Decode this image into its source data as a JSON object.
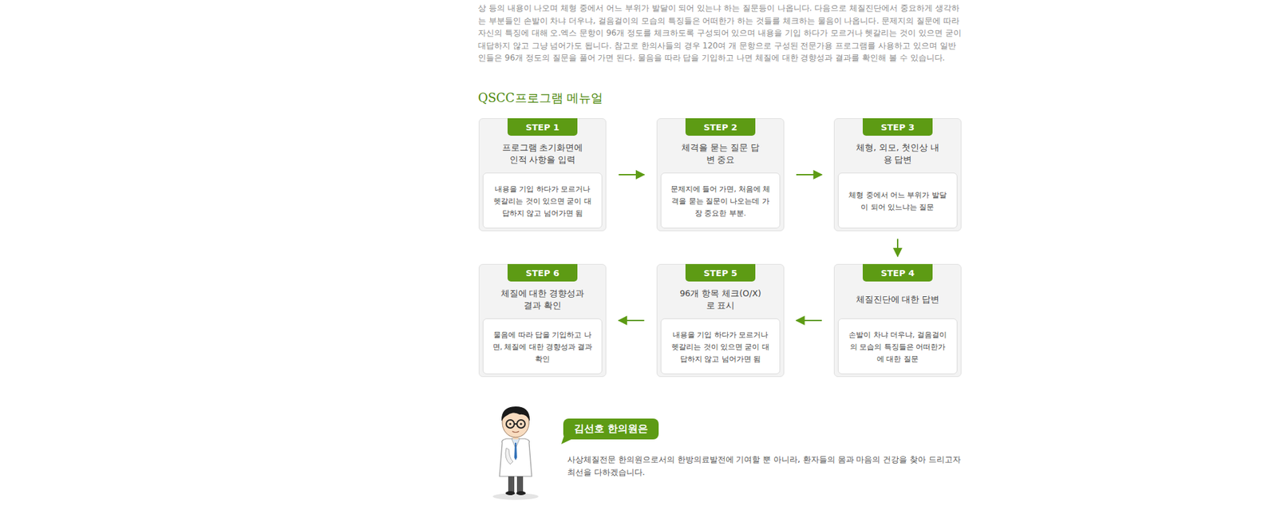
{
  "diagram": {
    "title": "QSCC프로그램 메뉴얼",
    "nodes": [
      {
        "text": [
          "프로그램 초기화면에 인적 사항을 입력"
        ]
      },
      {
        "text": [
          "STEP 1"
        ],
        "in": 0
      },
      {
        "text": [
          "내용을 기입 하다가 모르거나 헷갈리는 것이 있으면 굳이 대답하지 않고 넘어가면 됨"
        ],
        "in": 0
      },
      {
        "text": [
          "체격을 묻는 질문 답변 중요"
        ]
      },
      {
        "text": [
          "STEP 2"
        ],
        "in": 3
      },
      {
        "text": [
          "문제지에 들어 가면, 처음에 체격을 묻는 질문이 나오는데 가장 중요한 부분."
        ],
        "in": 3
      },
      {
        "text": [
          "체형, 외모, 첫인상 내용 답변"
        ]
      },
      {
        "text": [
          "STEP 3"
        ],
        "in": 6
      },
      {
        "text": [
          "체형 중에서 어느 부위가 발달이 되어 있느냐는 질문"
        ],
        "in": 6
      },
      {
        "text": [
          "체질진단에 대한 답변"
        ]
      },
      {
        "text": [
          "STEP 4"
        ],
        "in": 9
      },
      {
        "text": [
          "손발이 차냐 더우냐, 걸음걸이의 모습의 특징들은 어떠한가에 대한 질문"
        ],
        "in": 9
      },
      {
        "text": [
          "96개 항목 체크(O/X)로 표시"
        ]
      },
      {
        "text": [
          "STEP 5"
        ],
        "in": 12
      },
      {
        "text": [
          "내용을 기입 하다가 모르거나 헷갈리는 것이 있으면 굳이 대답하지 않고 넘어가면 됨"
        ],
        "in": 12
      },
      {
        "text": [
          "체질에 대한 경향성과 결과 확인"
        ]
      },
      {
        "text": [
          "STEP 6"
        ],
        "in": 15
      },
      {
        "text": [
          "물음에 따라 답을 기입하고 나면, 체질에 대한 경향성과 결과 확인"
        ],
        "in": 15
      },
      {
        "text": [
          "김선호 한의원은"
        ]
      }
    ],
    "edges": [
      {
        "from": 0,
        "to": 3,
        "arrow": "to"
      },
      {
        "from": 3,
        "to": 6,
        "arrow": "to"
      },
      {
        "from": 6,
        "to": 9,
        "arrow": "to"
      },
      {
        "from": 9,
        "to": 12,
        "arrow": "to"
      },
      {
        "from": 12,
        "to": 15,
        "arrow": "to"
      }
    ],
    "labels": [
      "상 등의 내용이 나오며 체형 중에서 어느 부위가 발달이 되어 있는냐 하는 질문등이 나옵니다. 다음으로 체질진단에서 중요하게 생각하",
      "는 부분들인 손발이 차냐 더우냐, 걸음걸이의 모습의 특징들은 어떠한가 하는 것들를 체크하는 물음이 나옵니다. 문제지의 질문에 따라",
      "자신의 특징에 대해 오.엑스 문항이 96개 정도를 체크하도록 구성되어 있으며 내용을 기입 하다가 모르거나 헷갈리는 것이 있으면 굳이",
      "대답하지 않고 그냥 넘어가도 됩니다. 참고로 한의사들의 경우 120여 개 문항으로 구성된 전문가용 프로그램를 사용하고 있으며 일반",
      "인들은 96개 정도의 질문을 풀어 가면 된다. 물음을 따라 답을 기입하고 나면 체질에 대한 경향성과 결과를 확인해 볼 수 있습니다.",
      "사상체질전문 한의원으로서의 한방의료발전에 기여할 뿐 아니라,  환자들의 몸과 마음의 건강을 찾아 드리고자",
      "최선을 다하겠습니다."
    ]
  }
}
